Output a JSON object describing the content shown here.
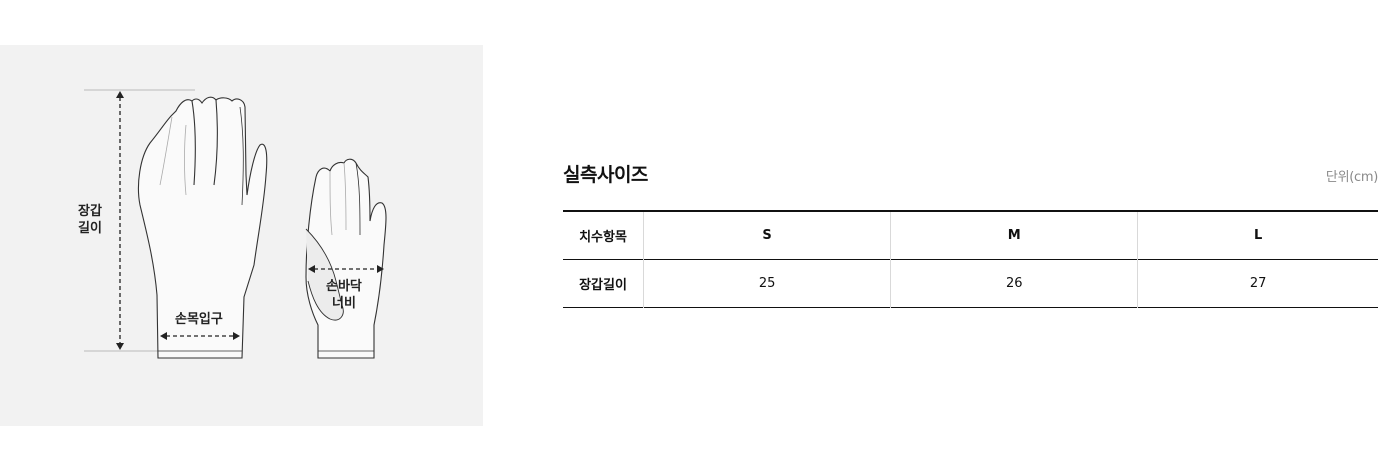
{
  "diagram": {
    "label_length_line1": "장갑",
    "label_length_line2": "길이",
    "label_wrist": "손목입구",
    "label_palm_line1": "손바닥",
    "label_palm_line2": "너비"
  },
  "size_chart": {
    "title": "실측사이즈",
    "unit": "단위(cm)",
    "header": {
      "label": "치수항목",
      "sizes": [
        "S",
        "M",
        "L"
      ]
    },
    "rows": [
      {
        "label": "장갑길이",
        "values": [
          "25",
          "26",
          "27"
        ]
      }
    ]
  }
}
